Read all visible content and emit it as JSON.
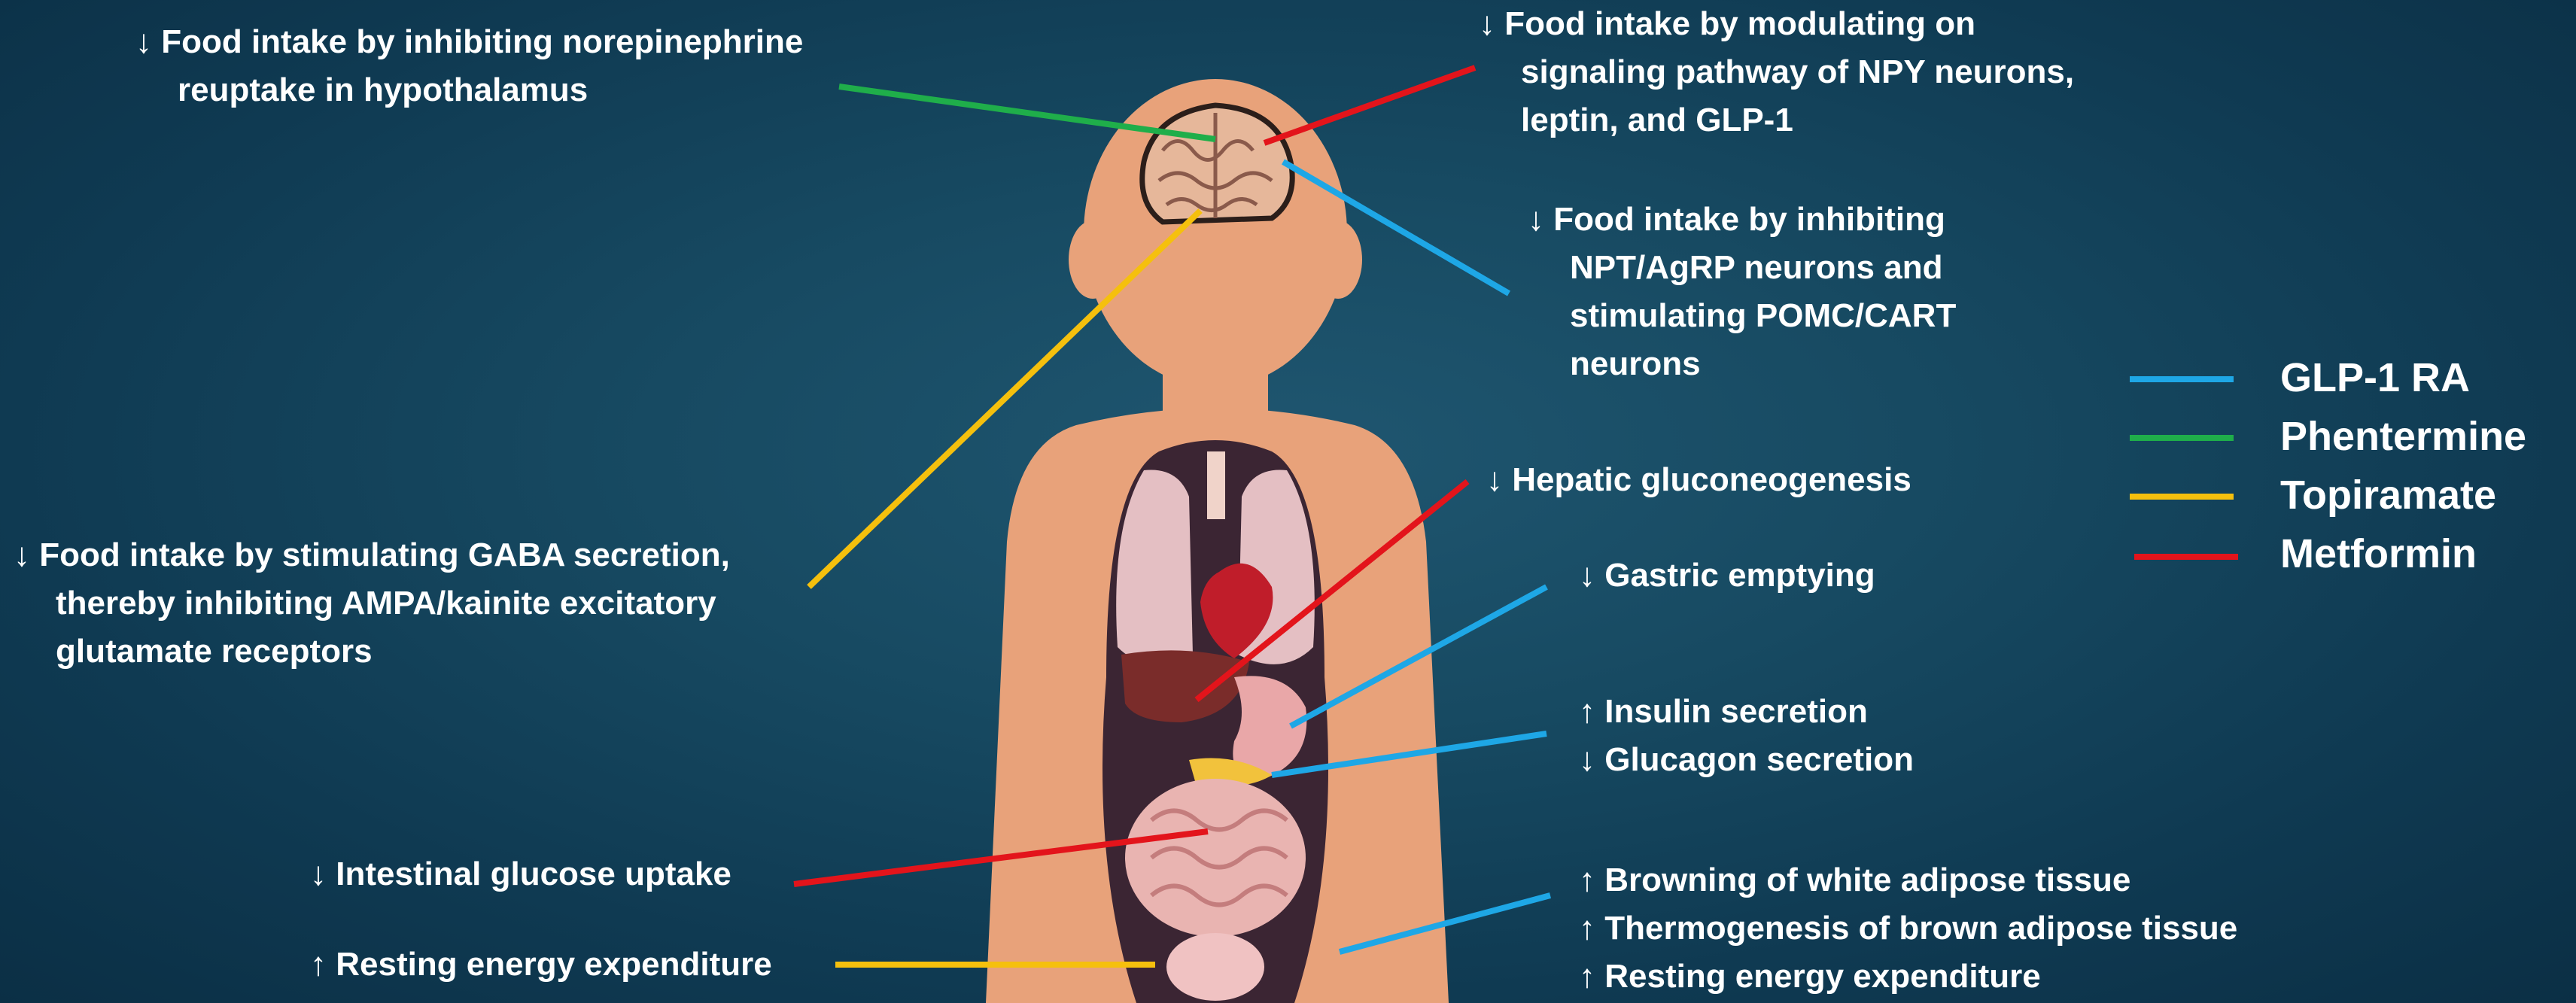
{
  "colors": {
    "background": "#14465e",
    "glp1": "#1ea7e6",
    "phentermine": "#1fae4a",
    "topiramate": "#f5c00d",
    "metformin": "#e3141b",
    "skin": "#e8a27a"
  },
  "legend": {
    "glp1": "GLP-1 RA",
    "phentermine": "Phentermine",
    "topiramate": "Topiramate",
    "metformin": "Metformin"
  },
  "annotations": {
    "phentermine_brain": {
      "line1": "↓ Food intake by inhibiting norepinephrine",
      "line2": "reuptake in hypothalamus"
    },
    "metformin_brain": {
      "line1": "↓ Food intake by modulating on",
      "line2": "signaling pathway of NPY neurons,",
      "line3": "leptin, and GLP-1"
    },
    "glp1_brain": {
      "line1": "↓ Food intake by inhibiting",
      "line2": "NPT/AgRP neurons and",
      "line3": "stimulating  POMC/CART",
      "line4": "neurons"
    },
    "topiramate_brain": {
      "line1": "↓ Food intake by stimulating GABA secretion,",
      "line2": "thereby inhibiting AMPA/kainite excitatory",
      "line3": "glutamate receptors"
    },
    "metformin_liver": {
      "line1": "↓ Hepatic gluconeogenesis"
    },
    "glp1_stomach": {
      "line1": "↓ Gastric emptying"
    },
    "glp1_pancreas": {
      "line1": "↑ Insulin secretion",
      "line2": "↓ Glucagon secretion"
    },
    "metformin_intestine": {
      "line1": "↓ Intestinal glucose uptake"
    },
    "topiramate_energy": {
      "line1": "↑ Resting energy expenditure"
    },
    "glp1_adipose": {
      "line1": "↑ Browning of white adipose tissue",
      "line2": "↑ Thermogenesis of brown adipose tissue",
      "line3": "↑ Resting energy expenditure"
    }
  }
}
